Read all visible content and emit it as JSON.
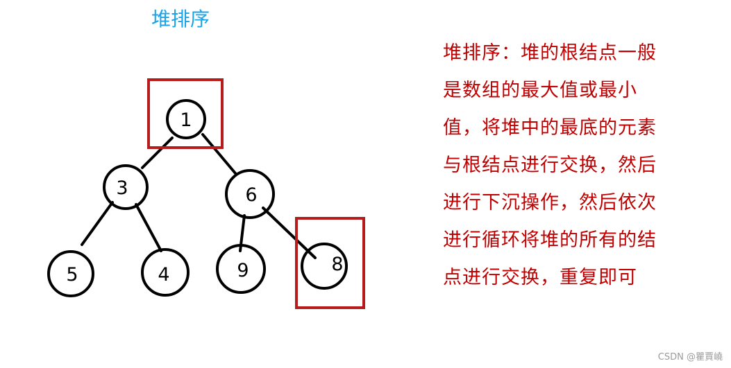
{
  "title": "堆排序",
  "tree": {
    "nodes": [
      "1",
      "3",
      "6",
      "5",
      "4",
      "9",
      "8"
    ]
  },
  "description": {
    "lines": [
      "堆排序：堆的根结点一般",
      "是数组的最大值或最小",
      "值，将堆中的最底的元素",
      "与根结点进行交换，然后",
      "进行下沉操作，然后依次",
      "进行循环将堆的所有的结",
      "点进行交换，重复即可"
    ]
  },
  "watermark": "CSDN @瞿賈嶢",
  "colors": {
    "title": "#1aa3e8",
    "description": "#c00000",
    "highlight_box": "#b71c1c",
    "stroke": "#000000"
  }
}
